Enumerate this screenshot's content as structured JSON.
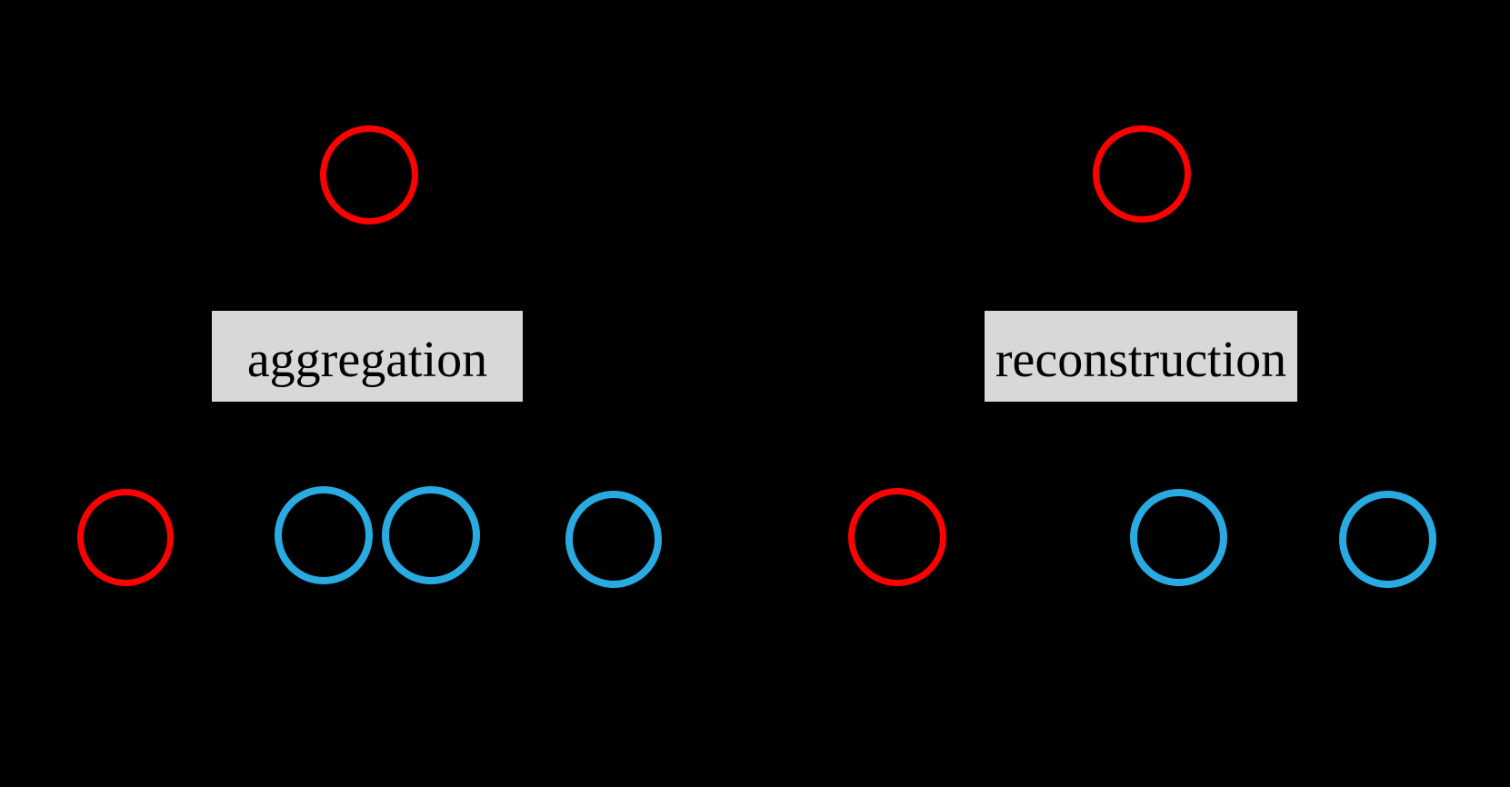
{
  "figure": {
    "type": "diagram",
    "description": "Two-part diagram on black background: a set of input nodes is aggregated into a single node (left), and a single node is reconstructed into a set of nodes (right).",
    "groups": [
      {
        "id": "aggregation",
        "label": "aggregation",
        "top_node": {
          "color_name": "red"
        },
        "bottom_nodes": [
          {
            "color_name": "red"
          },
          {
            "color_name": "blue"
          },
          {
            "color_name": "blue"
          },
          {
            "color_name": "blue"
          }
        ]
      },
      {
        "id": "reconstruction",
        "label": "reconstruction",
        "top_node": {
          "color_name": "red"
        },
        "bottom_nodes": [
          {
            "color_name": "red"
          },
          {
            "color_name": "blue"
          },
          {
            "color_name": "blue"
          }
        ]
      }
    ]
  },
  "colors": {
    "background": "#000000",
    "node_red": "#FF0000",
    "node_blue": "#29ABE2",
    "label_box_bg": "#D8D8D8",
    "label_text": "#000000"
  }
}
